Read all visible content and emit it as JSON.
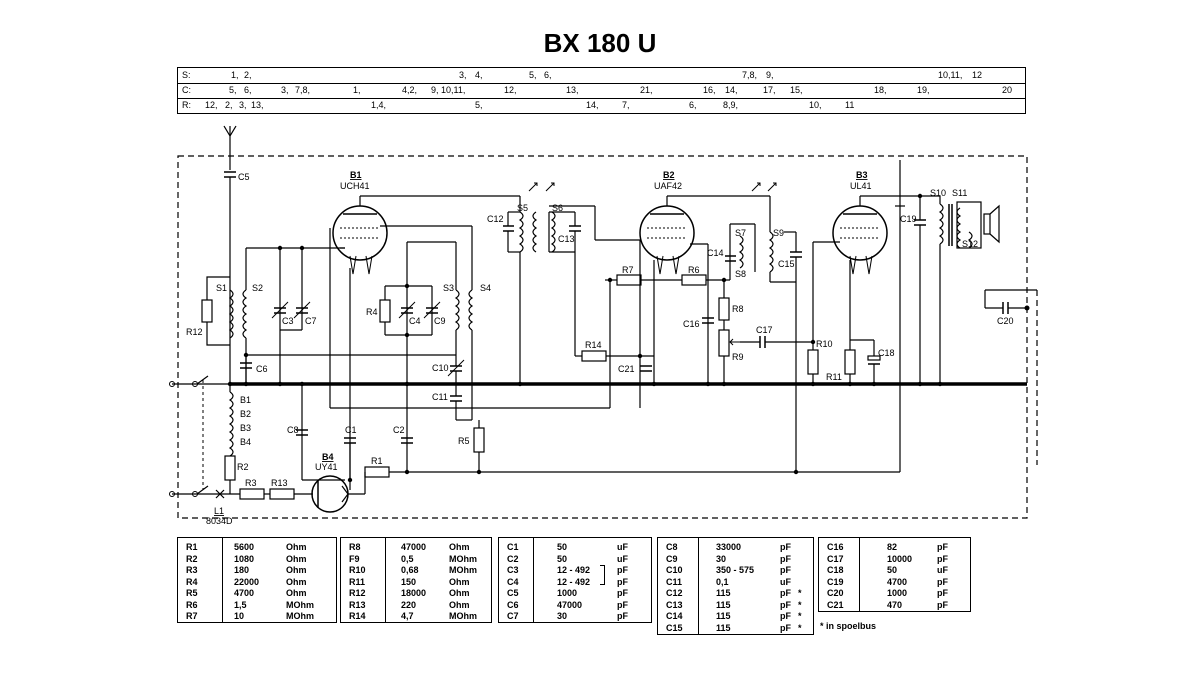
{
  "title": "BX 180 U",
  "reference_table": {
    "rows": [
      {
        "label": "S:",
        "entries": [
          {
            "text": "1,",
            "col": 230
          },
          {
            "text": "2,",
            "col": 243
          },
          {
            "text": "3,",
            "col": 458
          },
          {
            "text": "4,",
            "col": 474
          },
          {
            "text": "5,",
            "col": 528
          },
          {
            "text": "6,",
            "col": 543
          },
          {
            "text": "7,8,",
            "col": 741
          },
          {
            "text": "9,",
            "col": 765
          },
          {
            "text": "10,11,",
            "col": 937
          },
          {
            "text": "12",
            "col": 971
          }
        ]
      },
      {
        "label": "C:",
        "entries": [
          {
            "text": "5,",
            "col": 228
          },
          {
            "text": "6,",
            "col": 243
          },
          {
            "text": "3,",
            "col": 280
          },
          {
            "text": "7,8,",
            "col": 294
          },
          {
            "text": "1,",
            "col": 352
          },
          {
            "text": "4,2,",
            "col": 401
          },
          {
            "text": "9, 10,11,",
            "col": 430
          },
          {
            "text": "12,",
            "col": 503
          },
          {
            "text": "13,",
            "col": 565
          },
          {
            "text": "21,",
            "col": 639
          },
          {
            "text": "16,",
            "col": 702
          },
          {
            "text": "14,",
            "col": 724
          },
          {
            "text": "17,",
            "col": 762
          },
          {
            "text": "15,",
            "col": 789
          },
          {
            "text": "18,",
            "col": 873
          },
          {
            "text": "19,",
            "col": 916
          },
          {
            "text": "20",
            "col": 1001
          }
        ]
      },
      {
        "label": "R:",
        "entries": [
          {
            "text": "12,",
            "col": 204
          },
          {
            "text": "2,",
            "col": 224
          },
          {
            "text": "3,",
            "col": 238
          },
          {
            "text": "13,",
            "col": 250
          },
          {
            "text": "1,4,",
            "col": 370
          },
          {
            "text": "5,",
            "col": 474
          },
          {
            "text": "14,",
            "col": 585
          },
          {
            "text": "7,",
            "col": 621
          },
          {
            "text": "6,",
            "col": 688
          },
          {
            "text": "8,9,",
            "col": 722
          },
          {
            "text": "10,",
            "col": 808
          },
          {
            "text": "11",
            "col": 844
          }
        ]
      }
    ]
  },
  "schematic": {
    "tubes": [
      {
        "ref": "B1",
        "type": "UCH41"
      },
      {
        "ref": "B2",
        "type": "UAF42"
      },
      {
        "ref": "B3",
        "type": "UL41"
      },
      {
        "ref": "B4",
        "type": "UY41"
      }
    ],
    "labels": {
      "C1": "C1",
      "C2": "C2",
      "C3": "C3",
      "C4": "C4",
      "C5": "C5",
      "C6": "C6",
      "C7": "C7",
      "C8": "C8",
      "C9": "C9",
      "C10": "C10",
      "C11": "C11",
      "C12": "C12",
      "C13": "C13",
      "C14": "C14",
      "C15": "C15",
      "C16": "C16",
      "C17": "C17",
      "C18": "C18",
      "C19": "C19",
      "C20": "C20",
      "C21": "C21",
      "R1": "R1",
      "R2": "R2",
      "R3": "R3",
      "R4": "R4",
      "R5": "R5",
      "R6": "R6",
      "R7": "R7",
      "R8": "R8",
      "R9": "R9",
      "R10": "R10",
      "R11": "R11",
      "R12": "R12",
      "R13": "R13",
      "R14": "R14",
      "S1": "S1",
      "S2": "S2",
      "S3": "S3",
      "S4": "S4",
      "S5": "S5",
      "S6": "S6",
      "S7": "S7",
      "S8": "S8",
      "S9": "S9",
      "S10": "S10",
      "S11": "S11",
      "S12": "S12",
      "B1s": "B1",
      "B2s": "B2",
      "B3s": "B3",
      "B4s": "B4",
      "L1": "L1",
      "L1type": "8034D"
    }
  },
  "parts_tables": [
    {
      "rows": [
        [
          "R1",
          "5600",
          "Ohm"
        ],
        [
          "R2",
          "1080",
          "Ohm"
        ],
        [
          "R3",
          "180",
          "Ohm"
        ],
        [
          "R4",
          "22000",
          "Ohm"
        ],
        [
          "R5",
          "4700",
          "Ohm"
        ],
        [
          "R6",
          "1,5",
          "MOhm"
        ],
        [
          "R7",
          "10",
          "MOhm"
        ]
      ]
    },
    {
      "rows": [
        [
          "R8",
          "47000",
          "Ohm"
        ],
        [
          "F9",
          "0,5",
          "MOhm"
        ],
        [
          "R10",
          "0,68",
          "MOhm"
        ],
        [
          "R11",
          "150",
          "Ohm"
        ],
        [
          "R12",
          "18000",
          "Ohm"
        ],
        [
          "R13",
          "220",
          "Ohm"
        ],
        [
          "R14",
          "4,7",
          "MOhm"
        ]
      ]
    },
    {
      "rows": [
        [
          "C1",
          "50",
          "uF"
        ],
        [
          "C2",
          "50",
          "uF"
        ],
        [
          "C3",
          "12 - 492",
          "pF"
        ],
        [
          "C4",
          "12 - 492",
          "pF"
        ],
        [
          "C5",
          "1000",
          "pF"
        ],
        [
          "C6",
          "47000",
          "pF"
        ],
        [
          "C7",
          "30",
          "pF"
        ]
      ]
    },
    {
      "rows": [
        [
          "C8",
          "33000",
          "pF",
          ""
        ],
        [
          "C9",
          "30",
          "pF",
          ""
        ],
        [
          "C10",
          "350 - 575",
          "pF",
          ""
        ],
        [
          "C11",
          "0,1",
          "uF",
          ""
        ],
        [
          "C12",
          "115",
          "pF",
          "*"
        ],
        [
          "C13",
          "115",
          "pF",
          "*"
        ],
        [
          "C14",
          "115",
          "pF",
          "*"
        ],
        [
          "C15",
          "115",
          "pF",
          "*"
        ]
      ]
    },
    {
      "rows": [
        [
          "C16",
          "82",
          "pF"
        ],
        [
          "C17",
          "10000",
          "pF"
        ],
        [
          "C18",
          "50",
          "uF"
        ],
        [
          "C19",
          "4700",
          "pF"
        ],
        [
          "C20",
          "1000",
          "pF"
        ],
        [
          "C21",
          "470",
          "pF"
        ]
      ]
    }
  ],
  "footnote": "* in spoelbus"
}
